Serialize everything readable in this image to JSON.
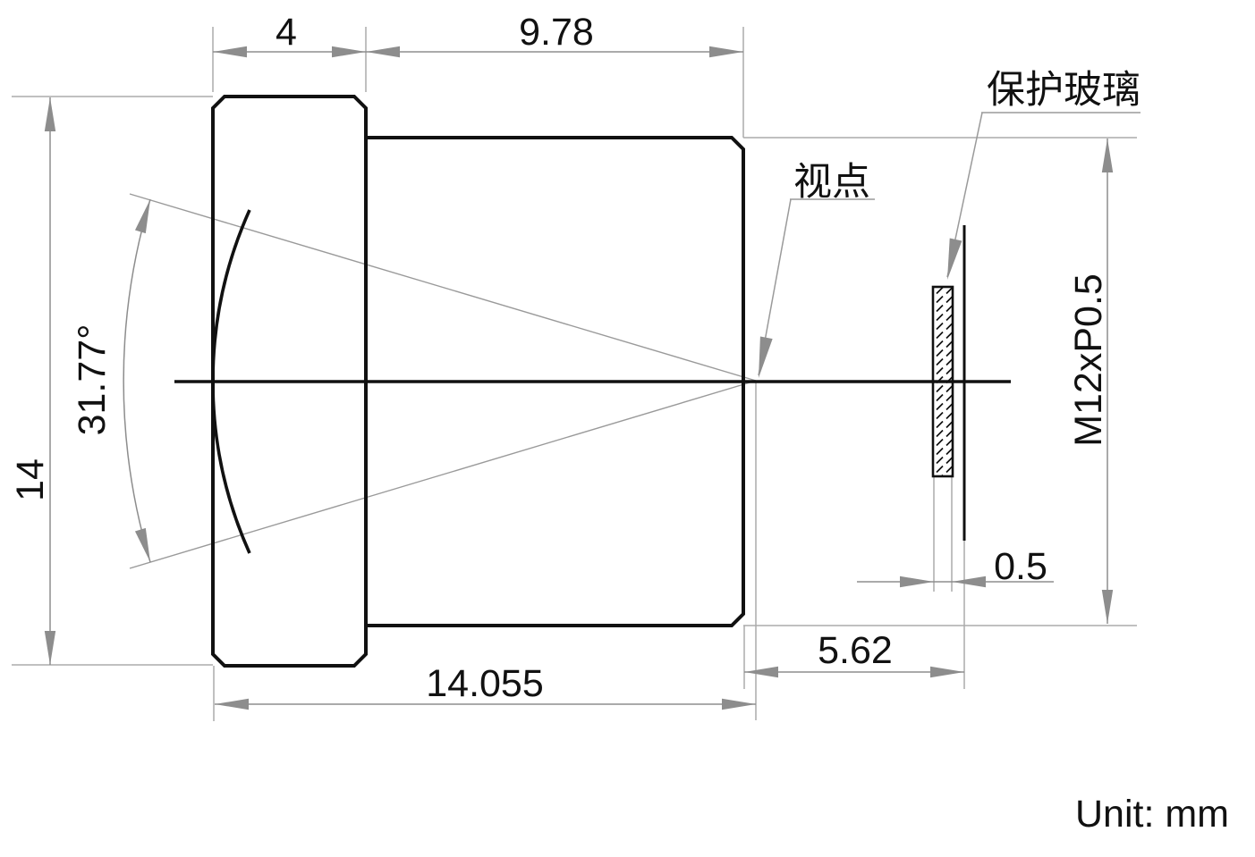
{
  "drawing": {
    "unit_note": "Unit: mm",
    "labels": {
      "protective_glass": "保护玻璃",
      "viewpoint": "视点",
      "thread_spec": "M12xP0.5"
    },
    "dimensions": {
      "front_cap_length": "4",
      "barrel_length": "9.78",
      "front_diameter": "14",
      "field_of_view_angle": "31.77°",
      "glass_thickness": "0.5",
      "rear_distance": "5.62",
      "total_length": "14.055"
    },
    "colors": {
      "outline": "#111111",
      "dimension_gray": "#8d8d8d",
      "extension_gray": "#ababab",
      "background": "#ffffff"
    }
  }
}
